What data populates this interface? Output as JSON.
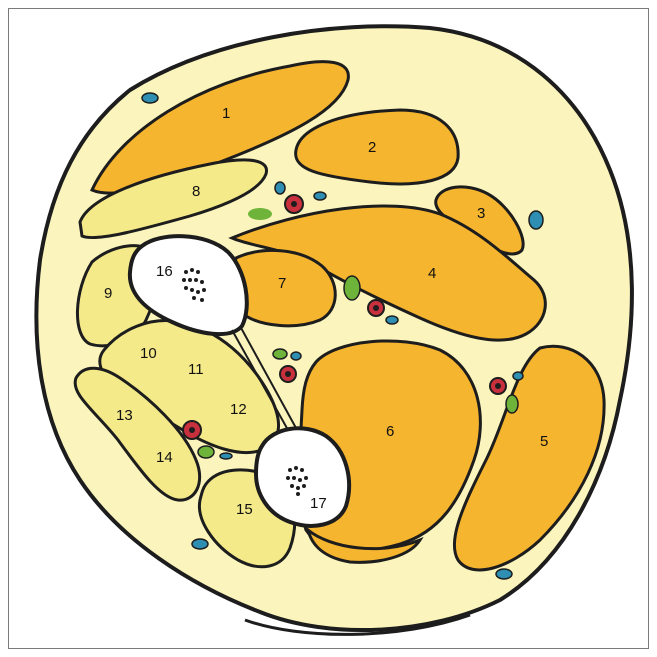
{
  "figure": {
    "labels": [
      "1",
      "2",
      "3",
      "4",
      "5",
      "6",
      "7",
      "8",
      "9",
      "10",
      "11",
      "12",
      "13",
      "14",
      "15",
      "16",
      "17"
    ]
  },
  "colors": {
    "fat": "#fbf5bd",
    "muscle_dark": "#f6b52f",
    "muscle_light": "#f4ea8a",
    "bone": "#ffffff",
    "outline": "#1d1d1d",
    "vessel_red": "#c9303d",
    "nerve_green": "#6fb43a",
    "vein_blue": "#2f8fb3"
  }
}
